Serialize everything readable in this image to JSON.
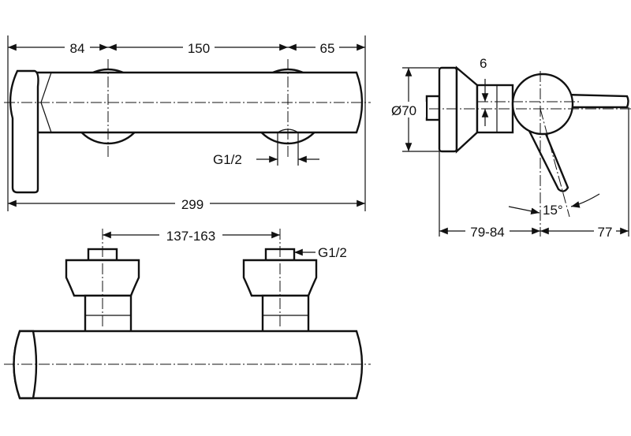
{
  "title": "Shower mixer dimension drawing",
  "front_view": {
    "dim_left": "84",
    "dim_center": "150",
    "dim_right": "65",
    "dim_total": "299",
    "thread_label": "G1/2"
  },
  "side_view": {
    "dim_diameter": "Ø70",
    "dim_offset": "6",
    "angle": "15°",
    "dim_projection": "79-84",
    "dim_lever": "77"
  },
  "top_view": {
    "dim_spacing": "137-163",
    "thread_label": "G1/2"
  },
  "colors": {
    "line": "#111111",
    "background": "#ffffff"
  }
}
